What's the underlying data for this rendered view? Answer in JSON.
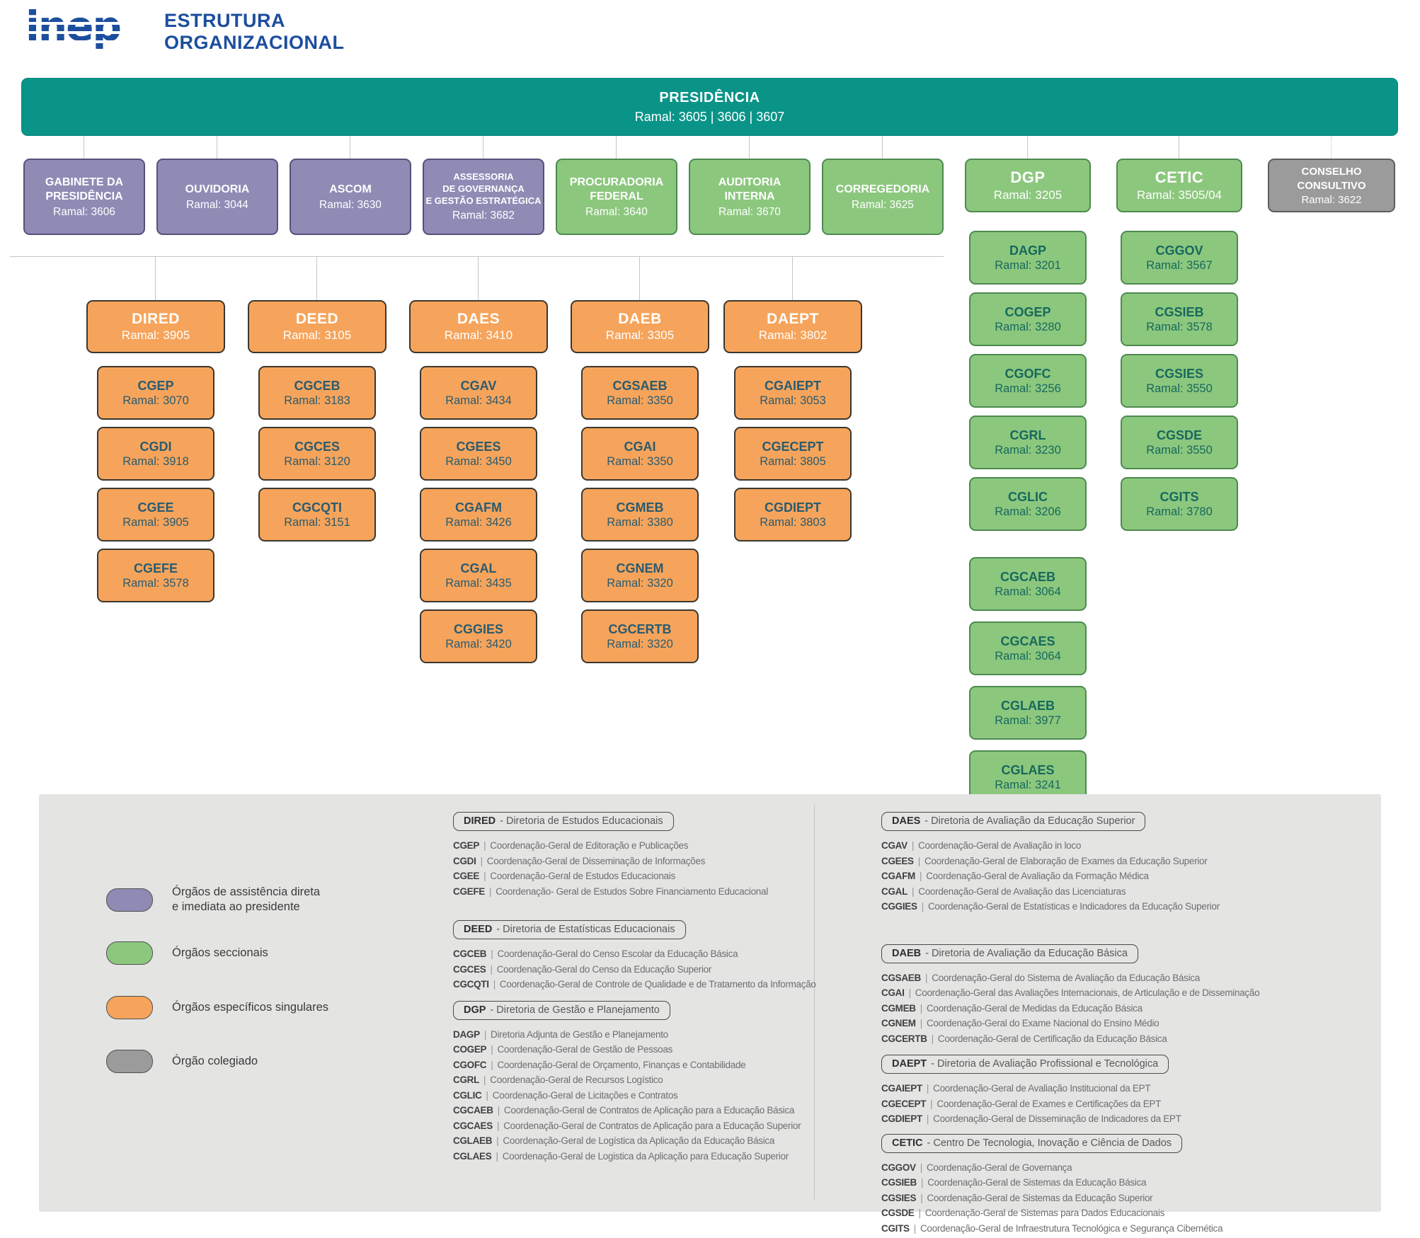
{
  "colors": {
    "teal": "#0A9488",
    "purple": "#8F8BB5",
    "green": "#8CC77E",
    "orange": "#F6A45B",
    "graybox": "#9B9B9B",
    "blue": "#1C4E9E",
    "panel": "#E4E4E3",
    "connector": "#C6C6C6",
    "orangetext": "#2A5B70",
    "greentext": "#17695C"
  },
  "sep": "|",
  "header": {
    "logo_text": "inep",
    "title_line1": "ESTRUTURA",
    "title_line2": "ORGANIZACIONAL"
  },
  "presidencia": {
    "sigla": "PRESIDÊNCIA",
    "ramal": "Ramal: 3605 | 3606 | 3607"
  },
  "level1": [
    {
      "sigla": "GABINETE DA\nPRESIDÊNCIA",
      "ramal": "Ramal: 3606"
    },
    {
      "sigla": "OUVIDORIA",
      "ramal": "Ramal: 3044"
    },
    {
      "sigla": "ASCOM",
      "ramal": "Ramal: 3630"
    },
    {
      "sigla": "ASSESSORIA\nDE GOVERNANÇA\nE GESTÃO ESTRATÉGICA",
      "ramal": "Ramal: 3682"
    },
    {
      "sigla": "PROCURADORIA\nFEDERAL",
      "ramal": "Ramal: 3640"
    },
    {
      "sigla": "AUDITORIA\nINTERNA",
      "ramal": "Ramal: 3670"
    },
    {
      "sigla": "CORREGEDORIA",
      "ramal": "Ramal: 3625"
    },
    {
      "sigla": "DGP",
      "ramal": "Ramal: 3205"
    },
    {
      "sigla": "CETIC",
      "ramal": "Ramal: 3505/04"
    },
    {
      "sigla": "CONSELHO\nCONSULTIVO",
      "ramal": "Ramal: 3622"
    }
  ],
  "diretorias": [
    {
      "sigla": "DIRED",
      "ramal": "Ramal: 3905",
      "children": [
        {
          "sigla": "CGEP",
          "ramal": "Ramal: 3070"
        },
        {
          "sigla": "CGDI",
          "ramal": "Ramal: 3918"
        },
        {
          "sigla": "CGEE",
          "ramal": "Ramal: 3905"
        },
        {
          "sigla": "CGEFE",
          "ramal": "Ramal: 3578"
        }
      ]
    },
    {
      "sigla": "DEED",
      "ramal": "Ramal: 3105",
      "children": [
        {
          "sigla": "CGCEB",
          "ramal": "Ramal: 3183"
        },
        {
          "sigla": "CGCES",
          "ramal": "Ramal: 3120"
        },
        {
          "sigla": "CGCQTI",
          "ramal": "Ramal: 3151"
        }
      ]
    },
    {
      "sigla": "DAES",
      "ramal": "Ramal: 3410",
      "children": [
        {
          "sigla": "CGAV",
          "ramal": "Ramal: 3434"
        },
        {
          "sigla": "CGEES",
          "ramal": "Ramal: 3450"
        },
        {
          "sigla": "CGAFM",
          "ramal": "Ramal: 3426"
        },
        {
          "sigla": "CGAL",
          "ramal": "Ramal: 3435"
        },
        {
          "sigla": "CGGIES",
          "ramal": "Ramal: 3420"
        }
      ]
    },
    {
      "sigla": "DAEB",
      "ramal": "Ramal: 3305",
      "children": [
        {
          "sigla": "CGSAEB",
          "ramal": "Ramal: 3350"
        },
        {
          "sigla": "CGAI",
          "ramal": "Ramal: 3350"
        },
        {
          "sigla": "CGMEB",
          "ramal": "Ramal: 3380"
        },
        {
          "sigla": "CGNEM",
          "ramal": "Ramal: 3320"
        },
        {
          "sigla": "CGCERTB",
          "ramal": "Ramal: 3320"
        }
      ]
    },
    {
      "sigla": "DAEPT",
      "ramal": "Ramal: 3802",
      "children": [
        {
          "sigla": "CGAIEPT",
          "ramal": "Ramal: 3053"
        },
        {
          "sigla": "CGECEPT",
          "ramal": "Ramal: 3805"
        },
        {
          "sigla": "CGDIEPT",
          "ramal": "Ramal: 3803"
        }
      ]
    }
  ],
  "dgp_children": [
    {
      "sigla": "DAGP",
      "ramal": "Ramal: 3201"
    },
    {
      "sigla": "COGEP",
      "ramal": "Ramal: 3280"
    },
    {
      "sigla": "CGOFC",
      "ramal": "Ramal: 3256"
    },
    {
      "sigla": "CGRL",
      "ramal": "Ramal: 3230"
    },
    {
      "sigla": "CGLIC",
      "ramal": "Ramal: 3206"
    },
    {
      "sigla": "CGCAEB",
      "ramal": "Ramal: 3064"
    },
    {
      "sigla": "CGCAES",
      "ramal": "Ramal: 3064"
    },
    {
      "sigla": "CGLAEB",
      "ramal": "Ramal: 3977"
    },
    {
      "sigla": "CGLAES",
      "ramal": "Ramal: 3241"
    }
  ],
  "cetic_children": [
    {
      "sigla": "CGGOV",
      "ramal": "Ramal: 3567"
    },
    {
      "sigla": "CGSIEB",
      "ramal": "Ramal: 3578"
    },
    {
      "sigla": "CGSIES",
      "ramal": "Ramal: 3550"
    },
    {
      "sigla": "CGSDE",
      "ramal": "Ramal: 3550"
    },
    {
      "sigla": "CGITS",
      "ramal": "Ramal: 3780"
    }
  ],
  "legend": {
    "items": [
      {
        "label": "Órgãos de assistência direta\ne imediata ao presidente",
        "color": "#8F8BB5"
      },
      {
        "label": "Órgãos seccionais",
        "color": "#8CC77E"
      },
      {
        "label": "Órgãos específicos singulares",
        "color": "#F6A45B"
      },
      {
        "label": "Órgão colegiado",
        "color": "#9B9B9B"
      }
    ]
  },
  "glossary": {
    "dired": {
      "sigla": "DIRED",
      "titulo": "- Diretoria de Estudos Educacionais",
      "items": [
        {
          "s": "CGEP",
          "d": "Coordenação-Geral de Editoração e Publicações"
        },
        {
          "s": "CGDI",
          "d": "Coordenação-Geral de Disseminação de Informações"
        },
        {
          "s": "CGEE",
          "d": "Coordenação-Geral de Estudos Educacionais"
        },
        {
          "s": "CGEFE",
          "d": "Coordenação- Geral de Estudos Sobre Financiamento  Educacional"
        }
      ]
    },
    "deed": {
      "sigla": "DEED",
      "titulo": "- Diretoria de Estatísticas Educacionais",
      "items": [
        {
          "s": "CGCEB",
          "d": "Coordenação-Geral do Censo Escolar da Educação Básica"
        },
        {
          "s": "CGCES",
          "d": "Coordenação-Geral do Censo da Educação Superior"
        },
        {
          "s": "CGCQTI",
          "d": "Coordenação-Geral de Controle de Qualidade e de Tratamento da Informação"
        }
      ]
    },
    "dgp": {
      "sigla": "DGP",
      "titulo": "- Diretoria de Gestão e Planejamento",
      "items": [
        {
          "s": "DAGP",
          "d": "Diretoria Adjunta de Gestão e Planejamento"
        },
        {
          "s": "COGEP",
          "d": "Coordenação-Geral de Gestão de Pessoas"
        },
        {
          "s": "CGOFC",
          "d": "Coordenação-Geral de Orçamento, Finanças e Contabilidade"
        },
        {
          "s": "CGRL",
          "d": "Coordenação-Geral de Recursos Logístico"
        },
        {
          "s": "CGLIC",
          "d": "Coordenação-Geral de Licitações e Contratos"
        },
        {
          "s": "CGCAEB",
          "d": "Coordenação-Geral de Contratos de Aplicação para a Educação Básica"
        },
        {
          "s": "CGCAES",
          "d": "Coordenação-Geral de Contratos de Aplicação para a Educação Superior"
        },
        {
          "s": "CGLAEB",
          "d": "Coordenação-Geral de Logística da Aplicação da Educação Básica"
        },
        {
          "s": "CGLAES",
          "d": "Coordenação-Geral de Logistica da Aplicação para Educação Superior"
        }
      ]
    },
    "daes": {
      "sigla": "DAES",
      "titulo": "- Diretoria de Avaliação da Educação Superior",
      "items": [
        {
          "s": "CGAV",
          "d": "Coordenação-Geral de Avaliação in loco"
        },
        {
          "s": "CGEES",
          "d": "Coordenação-Geral de Elaboração de Exames da Educação Superior"
        },
        {
          "s": "CGAFM",
          "d": "Coordenação-Geral de Avaliação da Formação Médica"
        },
        {
          "s": "CGAL",
          "d": "Coordenação-Geral de Avaliação das Licenciaturas"
        },
        {
          "s": "CGGIES",
          "d": "Coordenação-Geral de Estatísticas e Indicadores da Educação Superior"
        }
      ]
    },
    "daeb": {
      "sigla": "DAEB",
      "titulo": "- Diretoria de Avaliação da Educação Básica",
      "items": [
        {
          "s": "CGSAEB",
          "d": "Coordenação-Geral do Sistema de Avaliação da Educação Básica"
        },
        {
          "s": "CGAI",
          "d": "Coordenação-Geral das Avaliações Internacionais, de Articulação e de Disseminação"
        },
        {
          "s": "CGMEB",
          "d": "Coordenação-Geral de Medidas da Educação Básica"
        },
        {
          "s": "CGNEM",
          "d": "Coordenação-Geral do Exame Nacional do Ensino Médio"
        },
        {
          "s": "CGCERTB",
          "d": "Coordenação-Geral de Certificação da Educação Básica"
        }
      ]
    },
    "daept": {
      "sigla": "DAEPT",
      "titulo": "- Diretoria de Avaliação Profissional e Tecnológica",
      "items": [
        {
          "s": "CGAIEPT",
          "d": "Coordenação-Geral de Avaliação Institucional da EPT"
        },
        {
          "s": "CGECEPT",
          "d": "Coordenação-Geral de Exames e Certificações da EPT"
        },
        {
          "s": "CGDIEPT",
          "d": "Coordenação-Geral de Disseminação de Indicadores da EPT"
        }
      ]
    },
    "cetic": {
      "sigla": "CETIC",
      "titulo": "- Centro De Tecnologia, Inovação e Ciência de Dados",
      "items": [
        {
          "s": "CGGOV",
          "d": "Coordenação-Geral de Governança"
        },
        {
          "s": "CGSIEB",
          "d": "Coordenação-Geral de Sistemas da Educação Básica"
        },
        {
          "s": "CGSIES",
          "d": "Coordenação-Geral de Sistemas da Educação Superior"
        },
        {
          "s": "CGSDE",
          "d": "Coordenação-Geral de Sistemas para Dados Educacionais"
        },
        {
          "s": "CGITS",
          "d": "Coordenação-Geral de Infraestrutura Tecnológica e Segurança Cibernética"
        }
      ]
    }
  }
}
